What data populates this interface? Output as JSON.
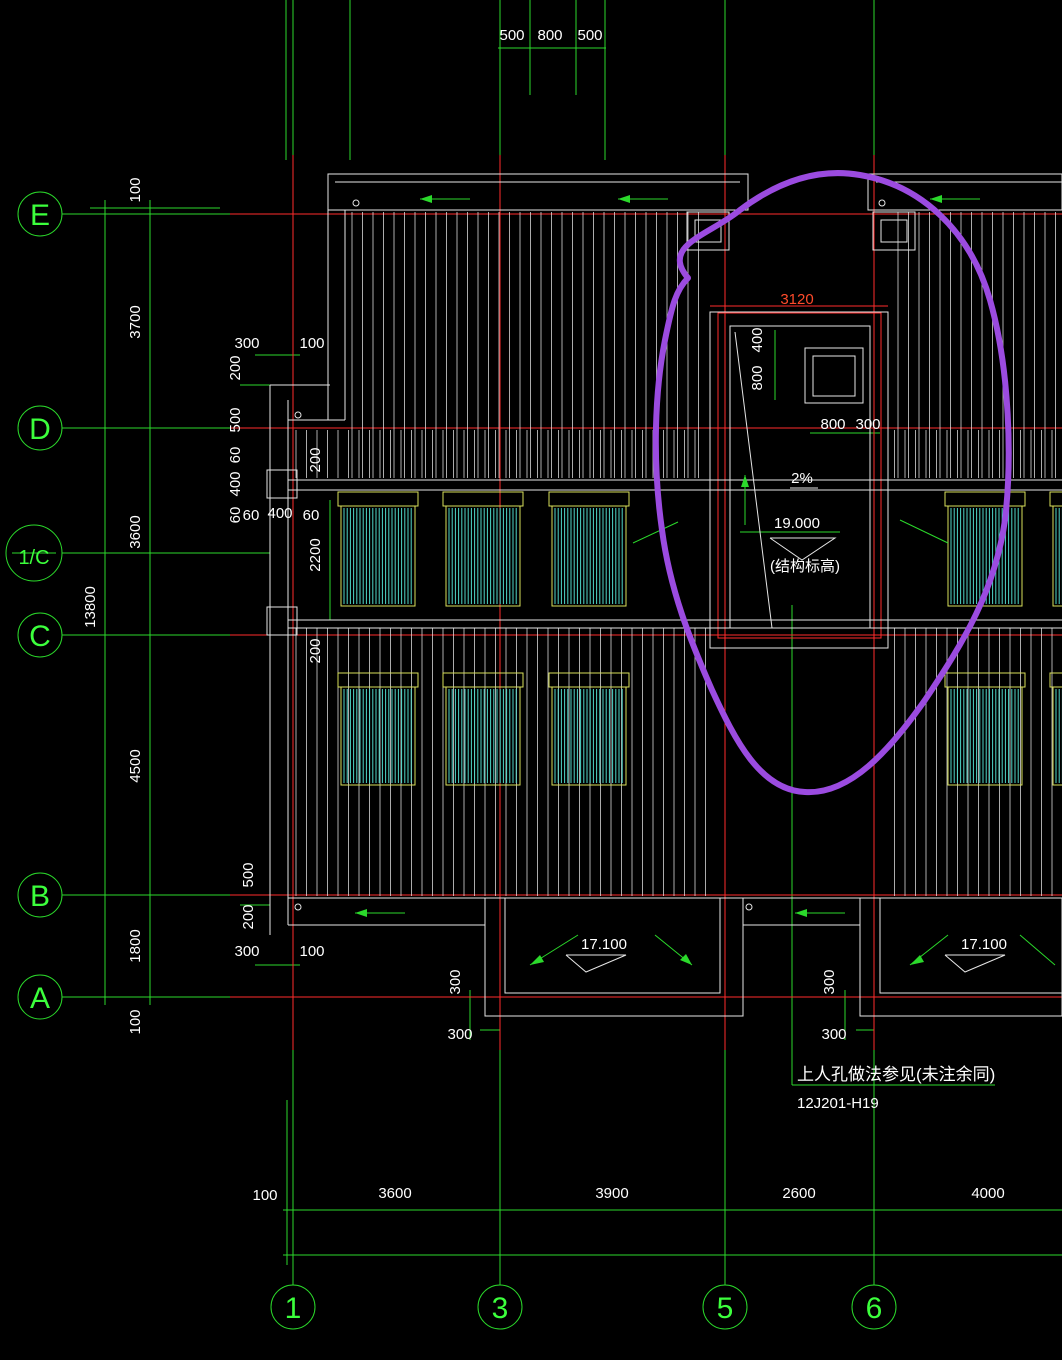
{
  "axes": {
    "horizontal": [
      "E",
      "D",
      "1/C",
      "C",
      "B",
      "A"
    ],
    "vertical": [
      "1",
      "3",
      "5",
      "6"
    ]
  },
  "dims": {
    "top": [
      "500",
      "800",
      "500"
    ],
    "left_outer": "13800",
    "left": [
      "100",
      "3700",
      "3600",
      "4500",
      "1800",
      "100"
    ],
    "bottom": [
      "100",
      "3600",
      "3900",
      "2600",
      "4000"
    ],
    "hatch_width": "3120",
    "hatch_detail": [
      "800",
      "400",
      "800",
      "300"
    ],
    "wall_left": [
      "300",
      "100",
      "200",
      "500",
      "60",
      "400",
      "60",
      "60",
      "400",
      "60",
      "2200",
      "200",
      "200",
      "500",
      "200",
      "300",
      "100"
    ],
    "corner": [
      "300",
      "300",
      "300",
      "300"
    ]
  },
  "labels": {
    "slope": "2%",
    "elevation_main": "19.000",
    "elevation_note": "(结构标高)",
    "elevation_left": "17.100",
    "elevation_right": "17.100",
    "note_line1": "上人孔做法参见(未注余同)",
    "note_line2": "12J201-H19"
  },
  "colors": {
    "grid": "#2bd92b",
    "axis_red": "#ff2b2b",
    "structure": "#e6e6e6",
    "highlight": "#9b4be0"
  }
}
